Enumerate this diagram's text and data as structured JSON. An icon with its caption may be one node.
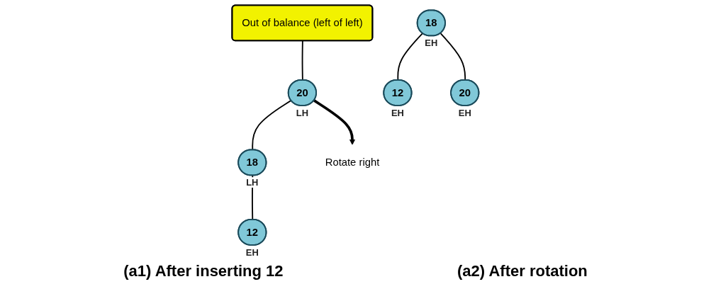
{
  "diagram": {
    "nodes": [
      {
        "text": [
          "20"
        ],
        "beside": [
          "LH"
        ]
      },
      {
        "text": [
          "18"
        ],
        "beside": [
          "LH"
        ]
      },
      {
        "text": [
          "12"
        ],
        "beside": [
          "EH"
        ]
      },
      {
        "text": [
          "Out of balance (left of left)"
        ]
      },
      {
        "text": [
          "Rotate right"
        ]
      },
      {
        "text": [
          "18"
        ],
        "beside": [
          "EH"
        ]
      },
      {
        "text": [
          "12"
        ],
        "beside": [
          "EH"
        ]
      },
      {
        "text": [
          "20"
        ],
        "beside": [
          "EH"
        ]
      }
    ],
    "edges": [
      {
        "from": 0,
        "to": 1,
        "arrow": "none"
      },
      {
        "from": 1,
        "to": 2,
        "arrow": "none"
      },
      {
        "from": 3,
        "to": 0,
        "arrow": "none"
      },
      {
        "from": 0,
        "to": 4,
        "arrow": "to",
        "style": "thick"
      },
      {
        "from": 5,
        "to": 6,
        "arrow": "none"
      },
      {
        "from": 5,
        "to": 7,
        "arrow": "none"
      }
    ],
    "labels": [
      "(a1) After inserting 12",
      "(a2) After rotation"
    ]
  }
}
